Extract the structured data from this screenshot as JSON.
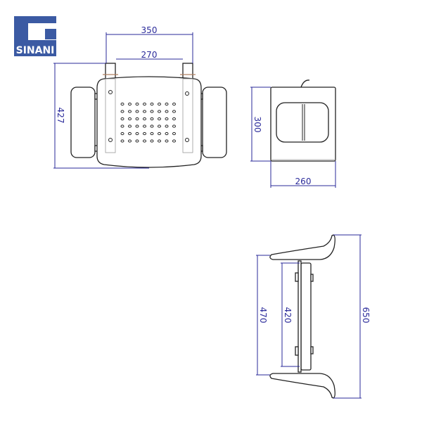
{
  "logo": {
    "text": "SINANI",
    "color": "#3b5aa3"
  },
  "front_view": {
    "outer_width": "350",
    "inner_width": "270",
    "depth": "427"
  },
  "folded_view": {
    "height": "300",
    "width": "260"
  },
  "side_view": {
    "bracket_span": "470",
    "seat_length": "420",
    "overall": "650"
  },
  "colors": {
    "dimension": "#2a2a9a",
    "outline": "#222222"
  }
}
